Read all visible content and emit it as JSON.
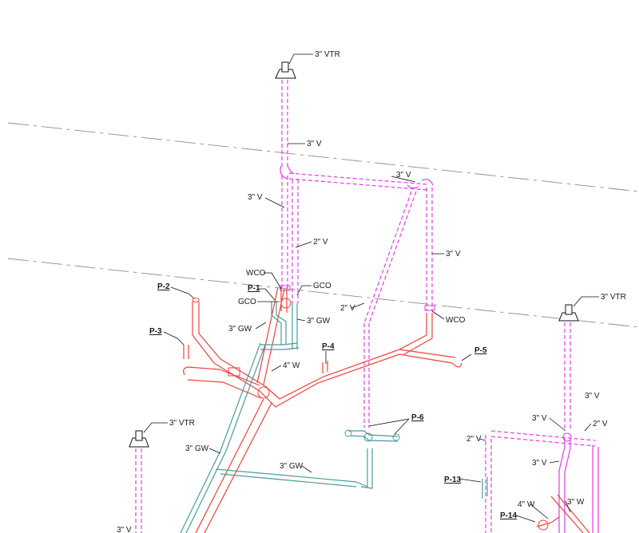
{
  "labels": {
    "vtr_top": "3\" VTR",
    "vtr_right": "3\" VTR",
    "vtr_left": "3\" VTR",
    "v_top": "3\" V",
    "v_upper_right": "3\" V",
    "v_left_riser": "3\" V",
    "v_2in_center": "2\" V",
    "v_right_riser": "3\" V",
    "v_2in_diag": "2\" V",
    "wco_left": "WCO",
    "wco_right": "WCO",
    "gco_right": "GCO",
    "gco_left": "GCO",
    "gw_left": "3\" GW",
    "gw_right": "3\" GW",
    "w_4in": "4\" W",
    "v_r_riser": "3\" V",
    "v_r_a": "3\" V",
    "v_r_2in_right": "2\" V",
    "v_r_2in_left": "2\" V",
    "v_r_b": "3\" V",
    "w_r_4in": "4\" W",
    "w_r_3in": "3\" W",
    "gw_lower_left": "3\" GW",
    "gw_bottom": "3\" GW",
    "v_bottom_left": "3\" V"
  },
  "tags": {
    "p1": "P-1",
    "p2": "P-2",
    "p3": "P-3",
    "p4": "P-4",
    "p5": "P-5",
    "p6": "P-6",
    "p13": "P-13",
    "p14": "P-14"
  },
  "colors": {
    "vent": "#e23de6",
    "waste": "#f0403c",
    "grey_water": "#4a9c9a",
    "leader": "#111111",
    "hidden": "#8c8c8c"
  }
}
